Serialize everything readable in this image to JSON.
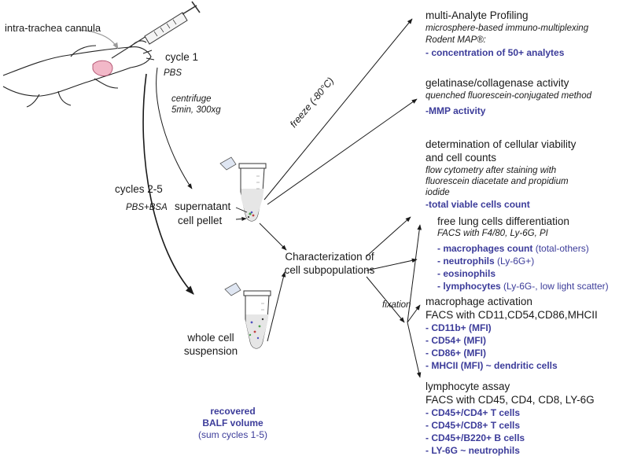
{
  "left": {
    "cannula": "intra-trachea cannula",
    "cycle1": "cycle 1",
    "pbs": "PBS",
    "centrifuge": "centrifuge",
    "centrifuge_params": "5min, 300xg",
    "cycles25": "cycles 2-5",
    "pbs_bsa": "PBS+BSA",
    "supernatant": "supernatant",
    "pellet": "cell pellet",
    "whole1": "whole cell",
    "whole2": "suspension",
    "recovered1": "recovered",
    "recovered2": "BALF volume",
    "recovered3": "(sum cycles 1-5)"
  },
  "middle": {
    "freeze": "freeze (-80°C)",
    "charact1": "Characterization of",
    "charact2": "cell subpopulations",
    "fixation": "fixation"
  },
  "map": {
    "title": "multi-Analyte Profiling",
    "sub1": "microsphere-based immuno-multiplexing",
    "sub2": "Rodent MAP®:",
    "result": "- concentration of 50+ analytes"
  },
  "mmp": {
    "title": "gelatinase/collagenase activity",
    "sub": "quenched fluorescein-conjugated method",
    "result": "-MMP activity"
  },
  "viability": {
    "title1": "determination of cellular viability",
    "title2": "and cell counts",
    "sub1": "flow cytometry after staining with",
    "sub2": "fluorescein diacetate and propidium",
    "sub3": "iodide",
    "result": "-total viable cells count"
  },
  "diff": {
    "title": "free lung cells differentiation",
    "sub": "FACS with F4/80, Ly-6G, PI",
    "i1b": "- macrophages count",
    "i1n": " (total-others)",
    "i2b": "- neutrophils",
    "i2n": " (Ly-6G+)",
    "i3b": "- eosinophils",
    "i4b": "- lymphocytes",
    "i4n": " (Ly-6G-, low light scatter)"
  },
  "activation": {
    "title": "macrophage activation",
    "sub": "FACS with CD11,CD54,CD86,MHCII",
    "items": [
      "- CD11b+ (MFI)",
      "- CD54+ (MFI)",
      "- CD86+ (MFI)",
      "- MHCII (MFI) ~ dendritic cells"
    ]
  },
  "lymph": {
    "title": "lymphocyte assay",
    "sub": "FACS with CD45, CD4, CD8, LY-6G",
    "items": [
      "- CD45+/CD4+ T cells",
      "- CD45+/CD8+ T cells",
      "- CD45+/B220+ B cells",
      "- LY-6G ~ neutrophils"
    ]
  }
}
